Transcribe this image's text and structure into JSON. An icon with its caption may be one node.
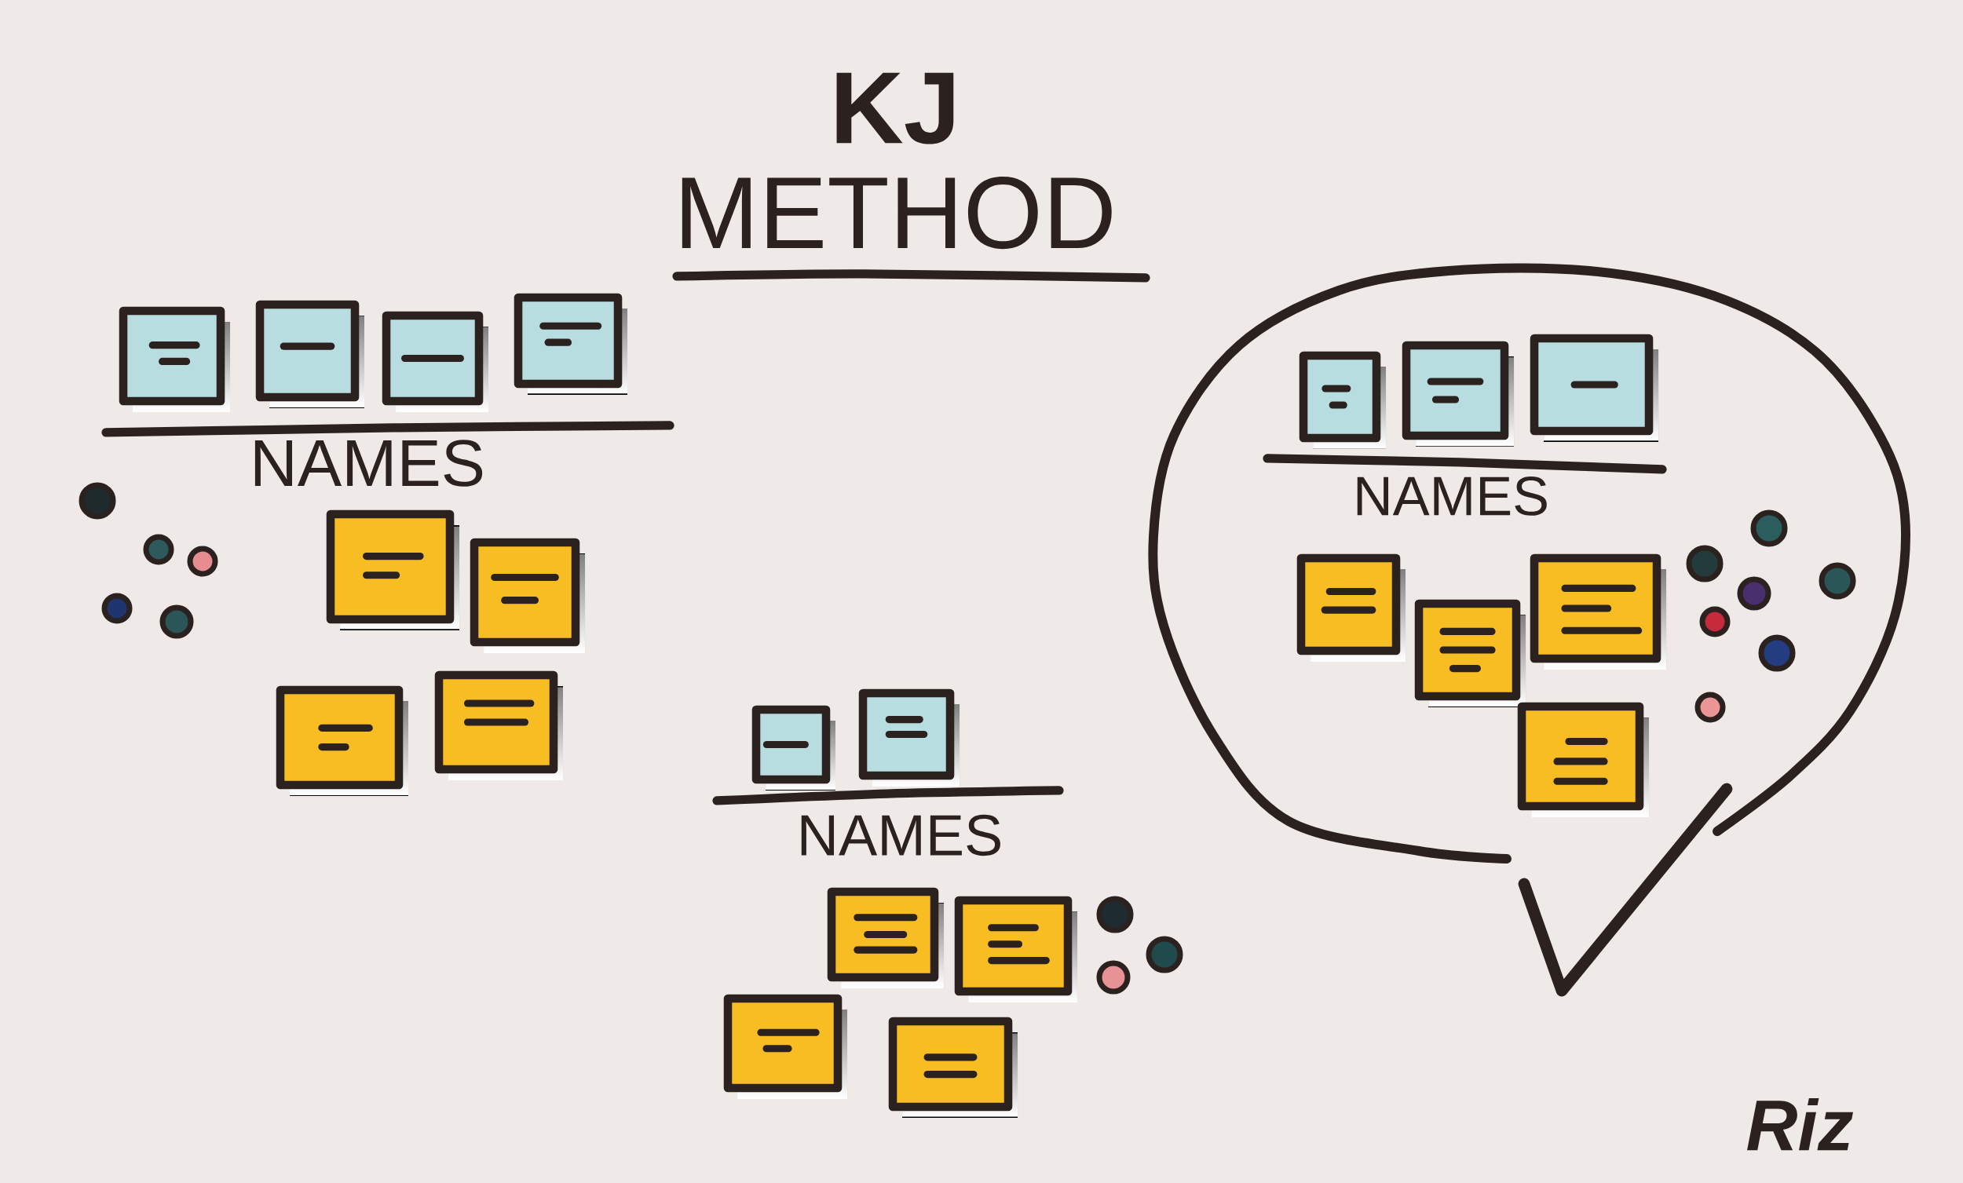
{
  "diagram": {
    "title": "**KJ** METHOD",
    "nodes": [
      {
        "text": [
          "NAMES"
        ]
      }
    ],
    "labels": [
      "NAMES",
      "NAMES",
      "Riz"
    ]
  }
}
